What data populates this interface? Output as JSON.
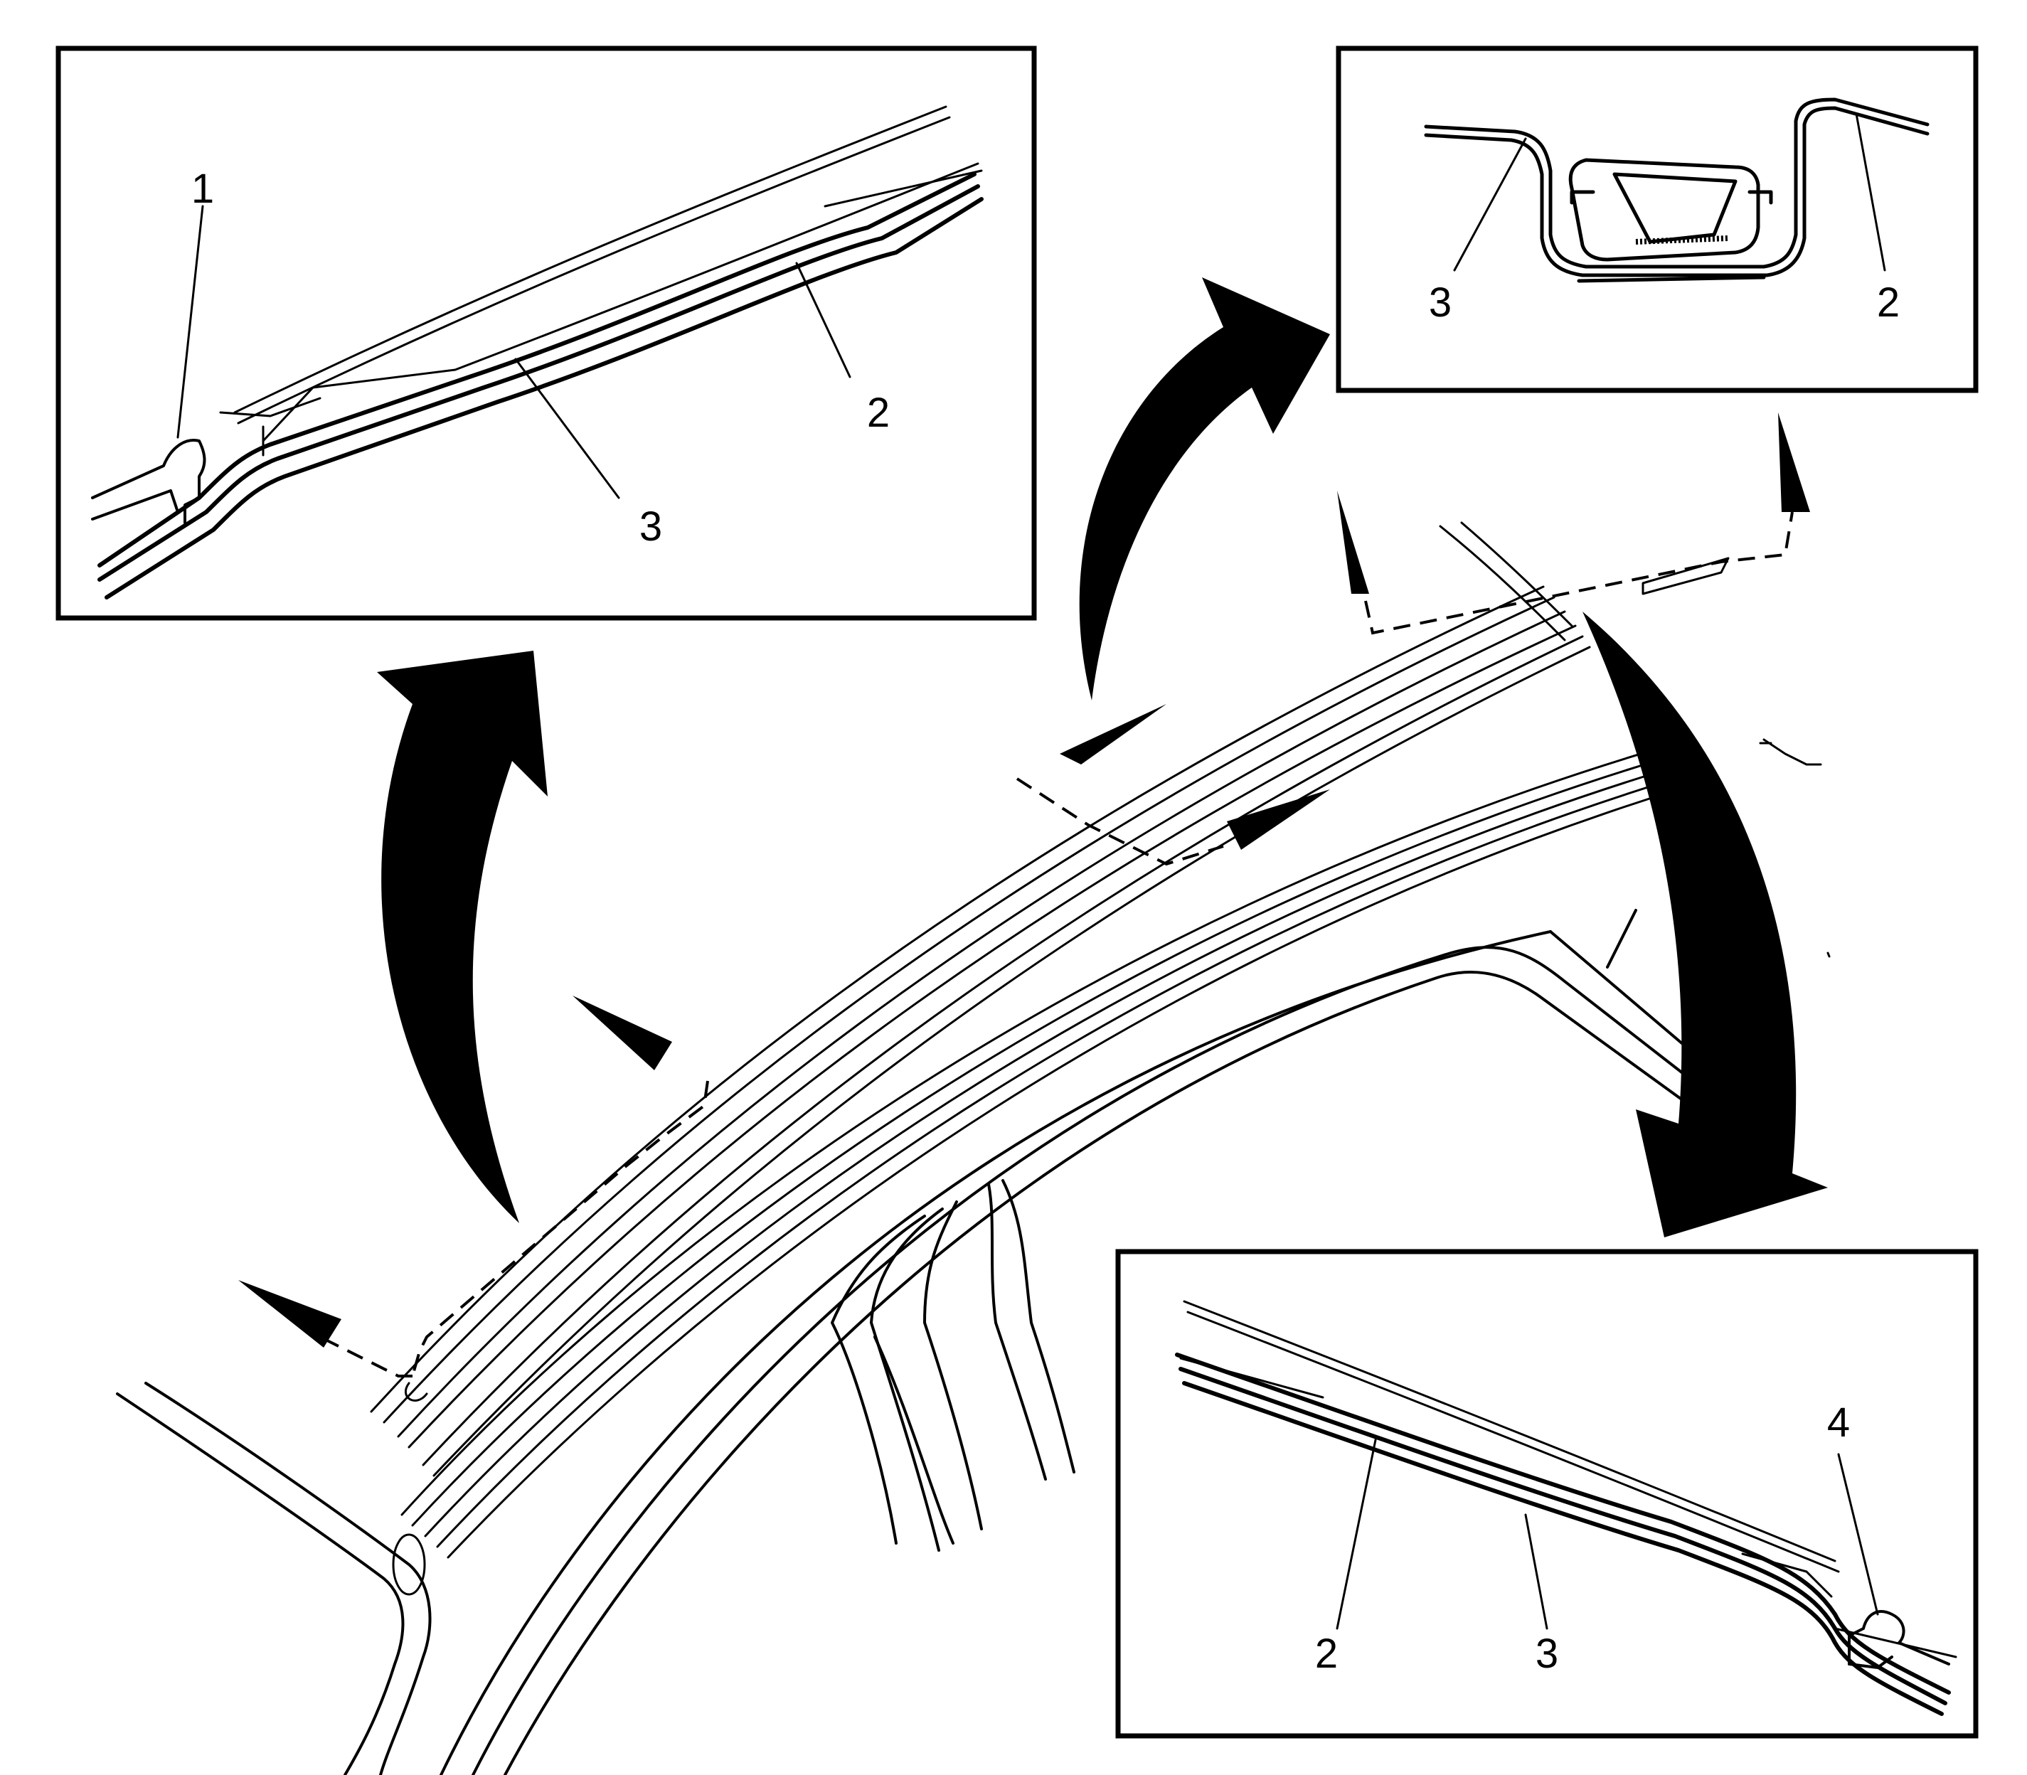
{
  "callouts": {
    "top_left": [
      {
        "id": "c1",
        "text": "1"
      },
      {
        "id": "c3",
        "text": "3"
      },
      {
        "id": "c2",
        "text": "2"
      }
    ],
    "top_right": [
      {
        "id": "c3",
        "text": "3"
      },
      {
        "id": "c2",
        "text": "2"
      }
    ],
    "bottom_right": [
      {
        "id": "c4",
        "text": "4"
      },
      {
        "id": "c2",
        "text": "2"
      },
      {
        "id": "c3",
        "text": "3"
      }
    ]
  },
  "colors": {
    "ink": "#000000",
    "background": "#ffffff"
  }
}
